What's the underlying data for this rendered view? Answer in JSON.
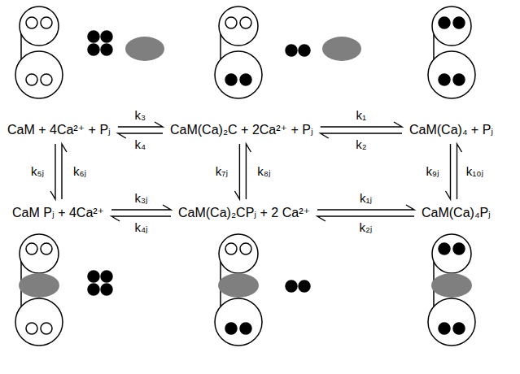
{
  "diagram": {
    "nodes": [
      {
        "text": [
          "CaM + 4Ca²⁺ + Pⱼ"
        ]
      },
      {
        "text": [
          "CaM(Ca)₂C + 2Ca²⁺ + Pⱼ"
        ]
      },
      {
        "text": [
          "CaM(Ca)₄ + Pⱼ"
        ]
      },
      {
        "text": [
          "CaM Pⱼ + 4Ca²⁺"
        ]
      },
      {
        "text": [
          "CaM(Ca)₂CPⱼ + 2 Ca²⁺"
        ]
      },
      {
        "text": [
          "CaM(Ca)₄Pⱼ"
        ]
      }
    ],
    "edges": [
      {
        "from": 0,
        "to": 1,
        "arrow": "to",
        "label": "k₃"
      },
      {
        "from": 1,
        "to": 0,
        "arrow": "to",
        "label": "k₄"
      },
      {
        "from": 1,
        "to": 2,
        "arrow": "to",
        "label": "k₁"
      },
      {
        "from": 2,
        "to": 1,
        "arrow": "to",
        "label": "k₂"
      },
      {
        "from": 0,
        "to": 3,
        "arrow": "to",
        "label": "k₅ⱼ"
      },
      {
        "from": 3,
        "to": 0,
        "arrow": "to",
        "label": "k₆ⱼ"
      },
      {
        "from": 1,
        "to": 4,
        "arrow": "to",
        "label": "k₇ⱼ"
      },
      {
        "from": 4,
        "to": 1,
        "arrow": "to",
        "label": "k₈ⱼ"
      },
      {
        "from": 2,
        "to": 5,
        "arrow": "to",
        "label": "k₉ⱼ"
      },
      {
        "from": 5,
        "to": 2,
        "arrow": "to",
        "label": "k₁₀ⱼ"
      },
      {
        "from": 3,
        "to": 4,
        "arrow": "to",
        "label": "k₃ⱼ"
      },
      {
        "from": 4,
        "to": 3,
        "arrow": "to",
        "label": "k₄ⱼ"
      },
      {
        "from": 4,
        "to": 5,
        "arrow": "to",
        "label": "k₁ⱼ"
      },
      {
        "from": 5,
        "to": 4,
        "arrow": "to",
        "label": "k₂ⱼ"
      }
    ]
  }
}
